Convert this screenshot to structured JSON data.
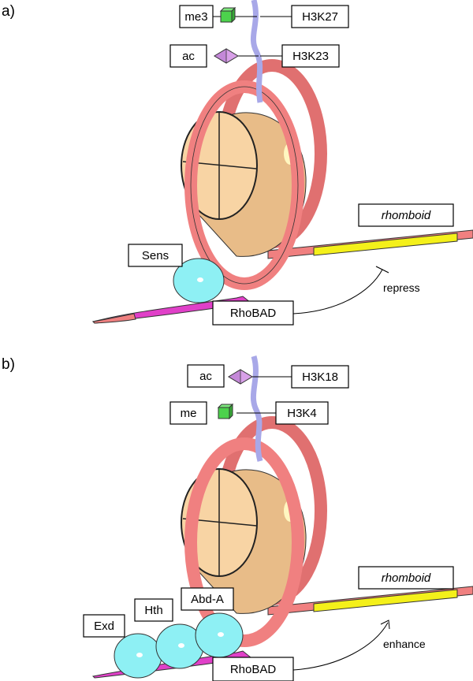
{
  "panels": [
    {
      "label": "a)",
      "modifications": [
        {
          "mark": "me3",
          "residue": "H3K27",
          "shape": "cube"
        },
        {
          "mark": "ac",
          "residue": "H3K23",
          "shape": "diamond"
        }
      ],
      "factors": [
        "Sens"
      ],
      "enhancer": "RhoBAD",
      "gene": "rhomboid",
      "effect": "repress"
    },
    {
      "label": "b)",
      "modifications": [
        {
          "mark": "ac",
          "residue": "H3K18",
          "shape": "diamond"
        },
        {
          "mark": "me",
          "residue": "H3K4",
          "shape": "cube"
        }
      ],
      "factors": [
        "Exd",
        "Hth",
        "Abd-A"
      ],
      "enhancer": "RhoBAD",
      "gene": "rhomboid",
      "effect": "enhance"
    }
  ],
  "colors": {
    "dna": "#f08080",
    "dna_dark": "#e07070",
    "histone": "#f8d4a4",
    "histone_dark": "#e8bc88",
    "tail": "#a8a8e8",
    "gene": "#f4f01a",
    "enhancer_dna": "#e040c8",
    "tf": "#8ef0f4",
    "cube": "#4cd24c",
    "diamond": "#d8a0e8"
  }
}
